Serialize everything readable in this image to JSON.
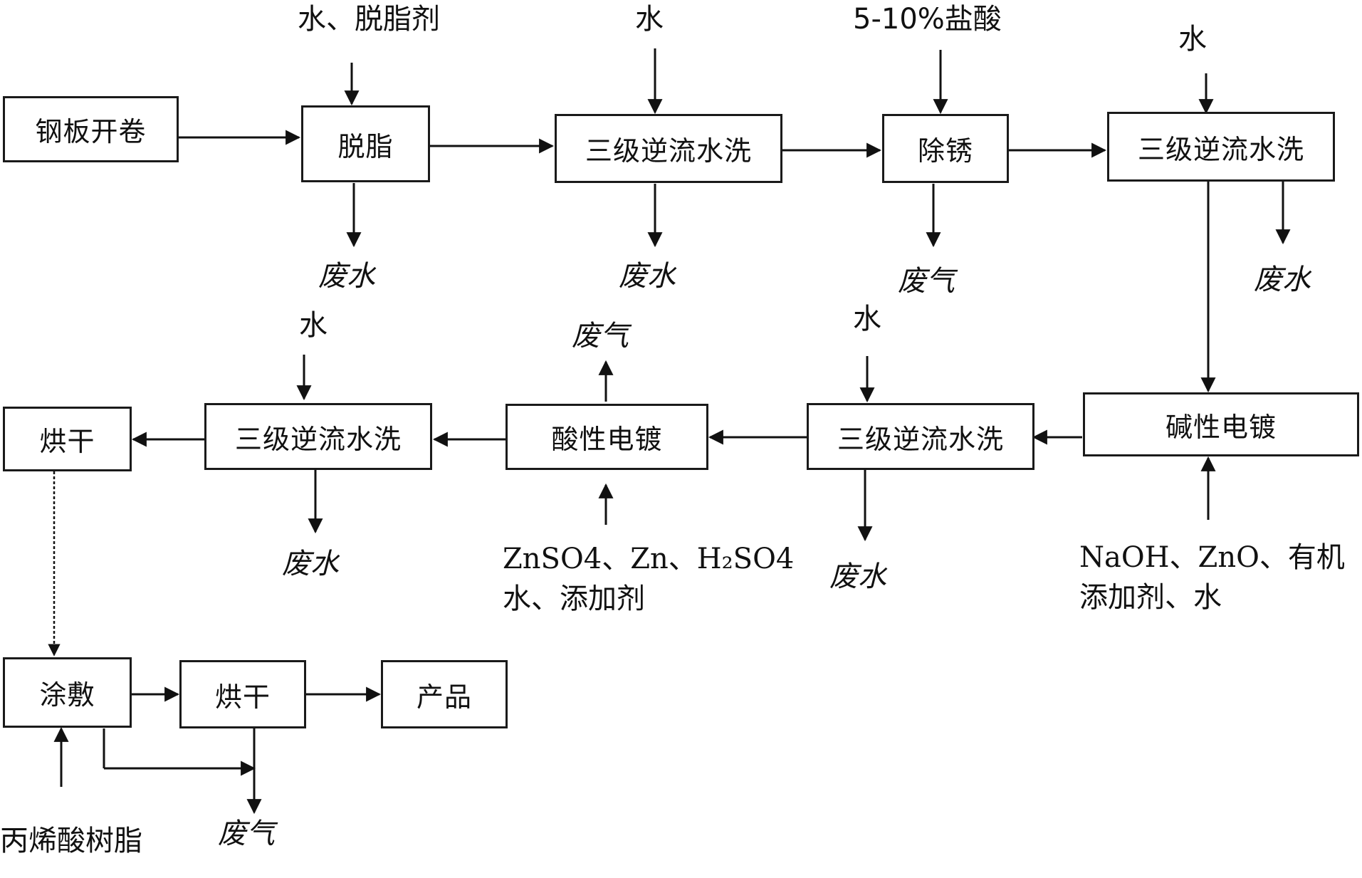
{
  "boxes": {
    "coil_uncoil": "钢板开卷",
    "degrease": "脱脂",
    "wash1": "三级逆流水洗",
    "derust": "除锈",
    "wash2": "三级逆流水洗",
    "alkaline_plating": "碱性电镀",
    "wash3": "三级逆流水洗",
    "acid_plating": "酸性电镀",
    "wash4": "三级逆流水洗",
    "dry1": "烘干",
    "coating": "涂敷",
    "dry2": "烘干",
    "product": "产品"
  },
  "inputs": {
    "degrease_in": "水、脱脂剂",
    "wash1_in": "水",
    "derust_in": "5-10%盐酸",
    "wash2_in": "水",
    "wash3_in": "水",
    "wash4_in": "水",
    "alkaline_in_line1": "NaOH、ZnO、有机",
    "alkaline_in_line2": "添加剂、水",
    "acid_in_line1": "ZnSO4、Zn、H₂SO4",
    "acid_in_line2": "水、添加剂",
    "coating_in": "丙烯酸树脂"
  },
  "outputs": {
    "degrease_out": "废水",
    "wash1_out": "废水",
    "derust_out": "废气",
    "wash2_out": "废水",
    "wash3_out": "废水",
    "acid_out": "废气",
    "wash4_out": "废水",
    "coating_dry_out": "废气"
  }
}
